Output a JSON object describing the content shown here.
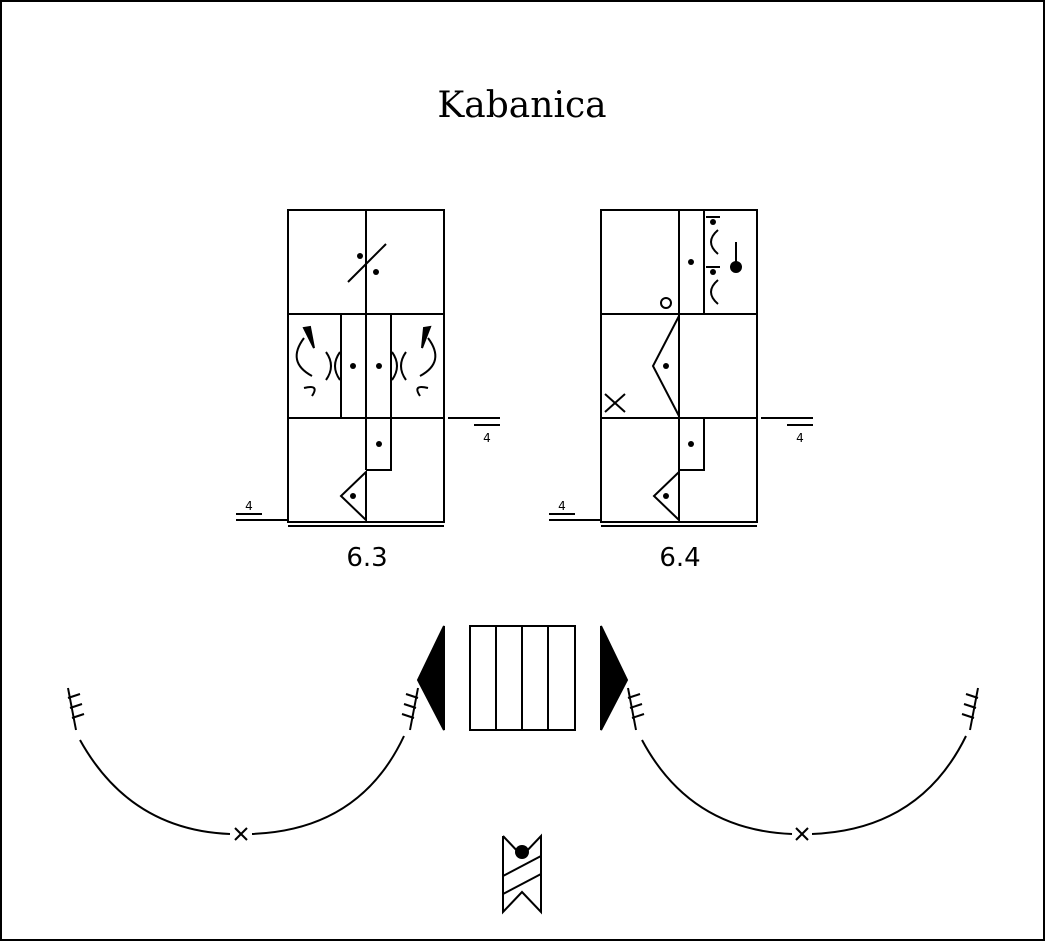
{
  "title": "Kabanica",
  "measures": [
    {
      "number": "6.3",
      "repeat_left": "4",
      "repeat_right": "4"
    },
    {
      "number": "6.4",
      "repeat_left": "4",
      "repeat_right": "4"
    }
  ]
}
